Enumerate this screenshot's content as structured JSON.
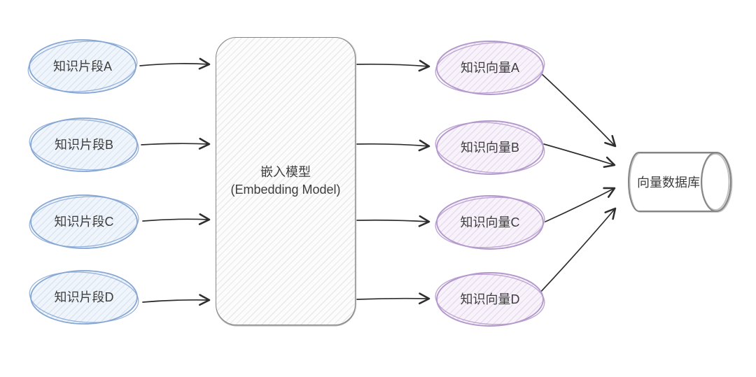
{
  "colors": {
    "fragment_stroke": "#86a6d3",
    "fragment_fill": "#eff5fb",
    "fragment_hatch": "#d9e5f4",
    "vector_stroke": "#b399cb",
    "vector_fill": "#f8f3fa",
    "vector_hatch": "#e7dbf0",
    "neutral_stroke": "#858585",
    "neutral_fill": "#fcfcfc",
    "neutral_hatch": "#e9e9e9",
    "arrow": "#2e2e2e",
    "text": "#3d3d3d",
    "background": "#ffffff"
  },
  "fragments": [
    {
      "label": "知识片段A"
    },
    {
      "label": "知识片段B"
    },
    {
      "label": "知识片段C"
    },
    {
      "label": "知识片段D"
    }
  ],
  "model": {
    "line1": "嵌入模型",
    "line2": "(Embedding Model)"
  },
  "vectors": [
    {
      "label": "知识向量A"
    },
    {
      "label": "知识向量B"
    },
    {
      "label": "知识向量C"
    },
    {
      "label": "知识向量D"
    }
  ],
  "database": {
    "label": "向量数据库"
  }
}
